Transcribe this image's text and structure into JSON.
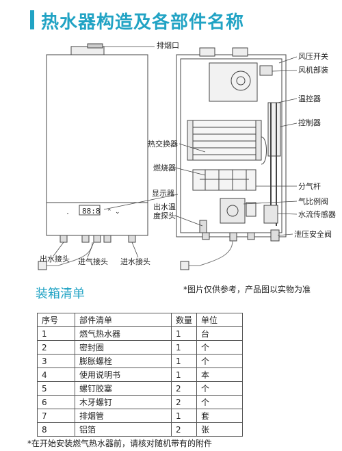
{
  "title": "热水器构造及各部件名称",
  "labels": {
    "flue": "排烟口",
    "air_pressure_switch": "风压开关",
    "fan": "风机部装",
    "thermostat": "温控器",
    "controller": "控制器",
    "heat_exchanger": "热交换器",
    "burner": "燃烧器",
    "display": "显示器",
    "outlet_probe_line1": "出水温",
    "outlet_probe_line2": "度探头",
    "gas_rod": "分气杆",
    "gas_ratio_valve": "气比例阀",
    "water_flow_sensor": "水流传感器",
    "relief_valve": "泄压安全阀",
    "water_outlet": "出水接头",
    "gas_inlet": "进气接头",
    "water_inlet": "进水接头"
  },
  "display_panel": {
    "digits": "88:8"
  },
  "image_note": "*图片仅供参考，产品图以实物为准",
  "packing": {
    "title": "装箱清单",
    "headers": [
      "序号",
      "部件清单",
      "数量",
      "单位"
    ],
    "rows": [
      [
        "1",
        "燃气热水器",
        "1",
        "台"
      ],
      [
        "2",
        "密封圈",
        "1",
        "个"
      ],
      [
        "3",
        "膨胀螺栓",
        "1",
        "个"
      ],
      [
        "4",
        "使用说明书",
        "1",
        "本"
      ],
      [
        "5",
        "螺钉胶塞",
        "2",
        "个"
      ],
      [
        "6",
        "木牙螺钉",
        "2",
        "个"
      ],
      [
        "7",
        "排烟管",
        "1",
        "套"
      ],
      [
        "8",
        "铝箔",
        "2",
        "张"
      ]
    ],
    "footnote": "*在开始安装燃气热水器前，请核对随机带有的附件"
  }
}
